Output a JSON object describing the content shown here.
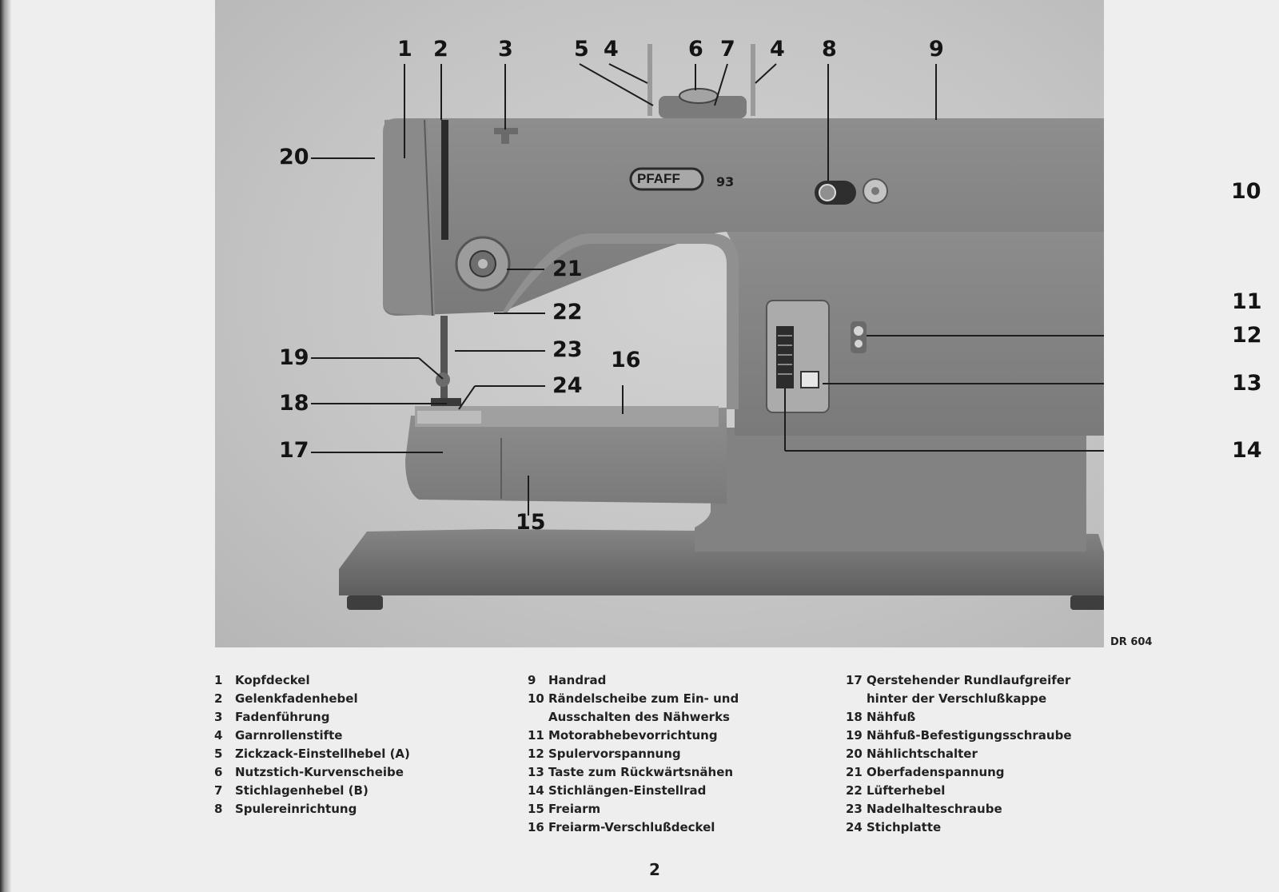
{
  "photo": {
    "brand": "PFAFF",
    "model": "93",
    "callouts": [
      {
        "n": "1"
      },
      {
        "n": "2"
      },
      {
        "n": "3"
      },
      {
        "n": "5"
      },
      {
        "n": "4"
      },
      {
        "n": "6"
      },
      {
        "n": "7"
      },
      {
        "n": "4"
      },
      {
        "n": "8"
      },
      {
        "n": "9"
      },
      {
        "n": "20"
      },
      {
        "n": "10"
      },
      {
        "n": "21"
      },
      {
        "n": "22"
      },
      {
        "n": "11"
      },
      {
        "n": "12"
      },
      {
        "n": "19"
      },
      {
        "n": "23"
      },
      {
        "n": "16"
      },
      {
        "n": "24"
      },
      {
        "n": "18"
      },
      {
        "n": "13"
      },
      {
        "n": "17"
      },
      {
        "n": "14"
      },
      {
        "n": "15"
      }
    ]
  },
  "figure_ref": "DR 604",
  "legend": {
    "col1": [
      {
        "n": "1",
        "text": "Kopfdeckel"
      },
      {
        "n": "2",
        "text": "Gelenkfadenhebel"
      },
      {
        "n": "3",
        "text": "Fadenführung"
      },
      {
        "n": "4",
        "text": "Garnrollenstifte"
      },
      {
        "n": "5",
        "text": "Zickzack-Einstellhebel (A)"
      },
      {
        "n": "6",
        "text": "Nutzstich-Kurvenscheibe"
      },
      {
        "n": "7",
        "text": "Stichlagenhebel (B)"
      },
      {
        "n": "8",
        "text": "Spulereinrichtung"
      }
    ],
    "col2": [
      {
        "n": "9",
        "text": "Handrad"
      },
      {
        "n": "10",
        "text": "Rändelscheibe zum Ein- und"
      },
      {
        "n": "",
        "text": "Ausschalten des Nähwerks"
      },
      {
        "n": "11",
        "text": "Motorabhebevorrichtung"
      },
      {
        "n": "12",
        "text": "Spulervorspannung"
      },
      {
        "n": "13",
        "text": "Taste zum Rückwärtsnähen"
      },
      {
        "n": "14",
        "text": "Stichlängen-Einstellrad"
      },
      {
        "n": "15",
        "text": "Freiarm"
      },
      {
        "n": "16",
        "text": "Freiarm-Verschlußdeckel"
      }
    ],
    "col3": [
      {
        "n": "17",
        "text": "Qerstehender Rundlaufgreifer"
      },
      {
        "n": "",
        "text": "hinter der Verschlußkappe"
      },
      {
        "n": "18",
        "text": "Nähfuß"
      },
      {
        "n": "19",
        "text": "Nähfuß-Befestigungsschraube"
      },
      {
        "n": "20",
        "text": "Nählichtschalter"
      },
      {
        "n": "21",
        "text": "Oberfadenspannung"
      },
      {
        "n": "22",
        "text": "Lüfterhebel"
      },
      {
        "n": "23",
        "text": "Nadelhalteschraube"
      },
      {
        "n": "24",
        "text": "Stichplatte"
      }
    ]
  },
  "page_number": "2"
}
